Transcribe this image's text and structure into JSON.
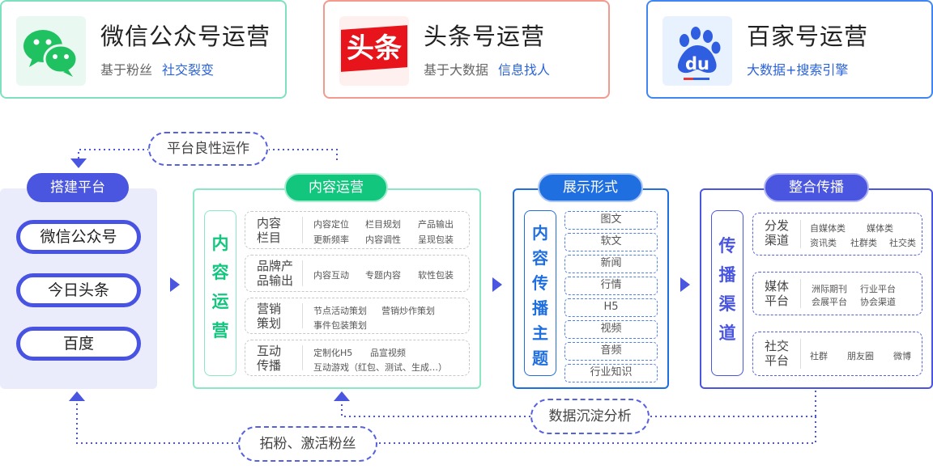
{
  "platforms": [
    {
      "title": "微信公众号运营",
      "sub1": "基于粉丝",
      "sub2": "社交裂变",
      "icon": "wechat-icon",
      "border": "#7fe0c0"
    },
    {
      "title": "头条号运营",
      "sub1": "基于大数据",
      "sub2": "信息找人",
      "icon": "toutiao-icon",
      "logo_text": "头条",
      "border": "#f29a8e"
    },
    {
      "title": "百家号运营",
      "sub1": "大数据+搜索引擎",
      "sub2": "",
      "icon": "baidu-icon",
      "logo_text": "du",
      "border": "#3f86f2"
    }
  ],
  "flow": {
    "platform_ops": "平台良性运作",
    "data_analysis": "数据沉淀分析",
    "expand": "拓粉、激活粉丝"
  },
  "build": {
    "title": "搭建平台",
    "items": [
      "微信公众号",
      "今日头条",
      "百度"
    ]
  },
  "content": {
    "title": "内容运营",
    "vertical": "内容运营",
    "rows": [
      {
        "label": "内容栏目",
        "items": [
          "内容定位",
          "栏目规划",
          "产品输出",
          "更新频率",
          "内容调性",
          "呈现包装"
        ]
      },
      {
        "label": "品牌产品输出",
        "items": [
          "内容互动",
          "专题内容",
          "软性包装"
        ]
      },
      {
        "label": "营销策划",
        "items": [
          "节点活动策划",
          "营销炒作策划",
          "事件包装策划"
        ]
      },
      {
        "label": "互动传播",
        "items": [
          "定制化H5",
          "品宣视频",
          "互动游戏（红包、测试、生成…）"
        ]
      }
    ]
  },
  "display": {
    "title": "展示形式",
    "vertical": "内容传播主题",
    "items": [
      "图文",
      "软文",
      "新闻",
      "行情",
      "H5",
      "视频",
      "音频",
      "行业知识"
    ]
  },
  "spread": {
    "title": "整合传播",
    "vertical": "传播渠道",
    "rows": [
      {
        "label": "分发渠道",
        "items": [
          "自媒体类",
          "媒体类",
          "资讯类",
          "社群类",
          "社交类"
        ]
      },
      {
        "label": "媒体平台",
        "items": [
          "洲际期刊",
          "行业平台",
          "会展平台",
          "协会渠道"
        ]
      },
      {
        "label": "社交平台",
        "items": [
          "社群",
          "朋友圈",
          "微博"
        ]
      }
    ]
  },
  "colors": {
    "accent": "#4a55e0",
    "green": "#12c67e",
    "blue": "#1f6fe0"
  }
}
